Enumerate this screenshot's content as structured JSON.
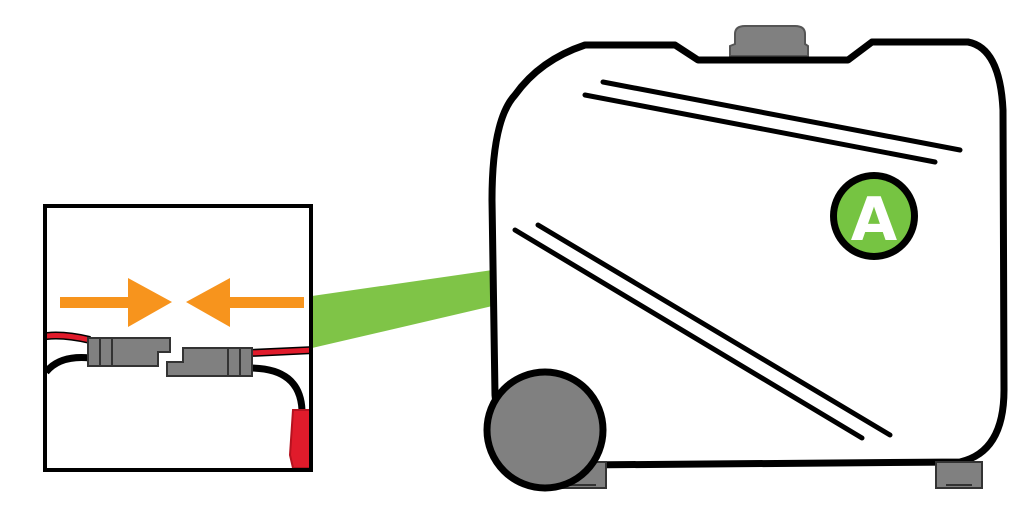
{
  "callout": {
    "letter": "A",
    "badge_color": "#76c442",
    "badge_ring_color": "#000000",
    "beam_color": "#7fc447"
  },
  "colors": {
    "outline": "#000000",
    "body_fill": "#ffffff",
    "part_gray": "#808080",
    "part_gray_dark": "#6f6f6f",
    "arrow_orange": "#f7941d",
    "wire_red": "#e01b2b",
    "wire_red_dark": "#b5121f",
    "wire_black": "#000000"
  },
  "icons": {
    "arrows": "orange-push-together-arrows",
    "connector_left": "left-plug-connector",
    "connector_right": "right-plug-connector",
    "generator": "portable-generator",
    "wheel": "wheel"
  }
}
